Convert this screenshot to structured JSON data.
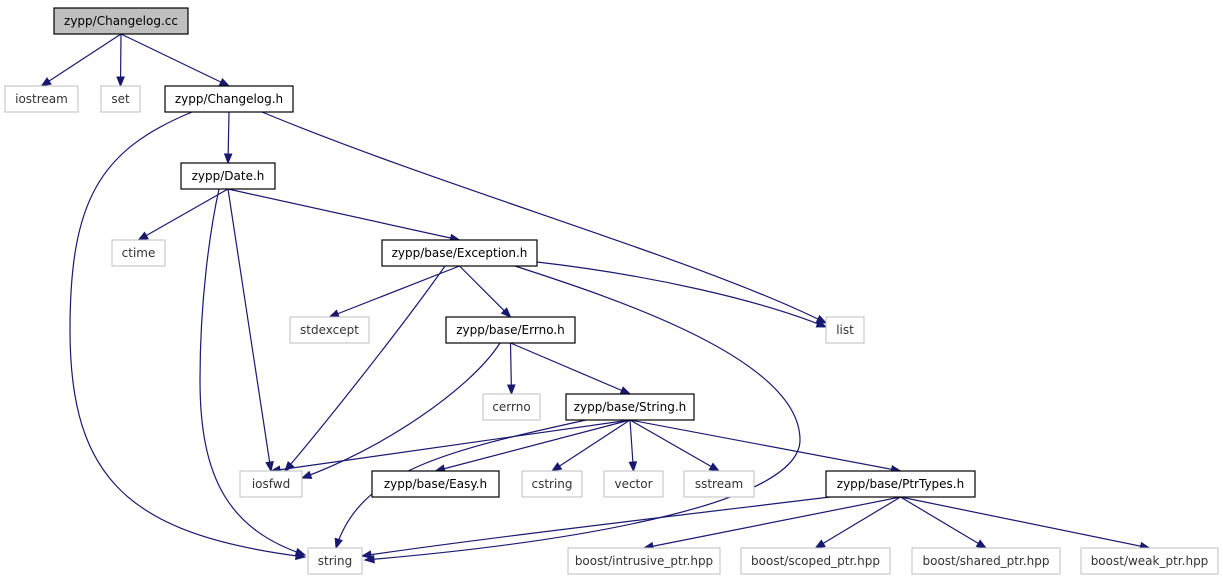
{
  "nodes": [
    {
      "id": "changelog_cc",
      "label": "zypp/Changelog.cc",
      "kind": "root"
    },
    {
      "id": "iostream",
      "label": "iostream",
      "kind": "ext"
    },
    {
      "id": "set",
      "label": "set",
      "kind": "ext"
    },
    {
      "id": "changelog_h",
      "label": "zypp/Changelog.h",
      "kind": "int"
    },
    {
      "id": "date_h",
      "label": "zypp/Date.h",
      "kind": "int"
    },
    {
      "id": "ctime",
      "label": "ctime",
      "kind": "ext"
    },
    {
      "id": "exception_h",
      "label": "zypp/base/Exception.h",
      "kind": "int"
    },
    {
      "id": "stdexcept",
      "label": "stdexcept",
      "kind": "ext"
    },
    {
      "id": "errno_h",
      "label": "zypp/base/Errno.h",
      "kind": "int"
    },
    {
      "id": "list",
      "label": "list",
      "kind": "ext"
    },
    {
      "id": "cerrno",
      "label": "cerrno",
      "kind": "ext"
    },
    {
      "id": "string_h",
      "label": "zypp/base/String.h",
      "kind": "int"
    },
    {
      "id": "iosfwd",
      "label": "iosfwd",
      "kind": "ext"
    },
    {
      "id": "easy_h",
      "label": "zypp/base/Easy.h",
      "kind": "int"
    },
    {
      "id": "cstring",
      "label": "cstring",
      "kind": "ext"
    },
    {
      "id": "vector",
      "label": "vector",
      "kind": "ext"
    },
    {
      "id": "sstream",
      "label": "sstream",
      "kind": "ext"
    },
    {
      "id": "ptrtypes_h",
      "label": "zypp/base/PtrTypes.h",
      "kind": "int"
    },
    {
      "id": "string",
      "label": "string",
      "kind": "ext"
    },
    {
      "id": "intrusive_ptr",
      "label": "boost/intrusive_ptr.hpp",
      "kind": "ext"
    },
    {
      "id": "scoped_ptr",
      "label": "boost/scoped_ptr.hpp",
      "kind": "ext"
    },
    {
      "id": "shared_ptr",
      "label": "boost/shared_ptr.hpp",
      "kind": "ext"
    },
    {
      "id": "weak_ptr",
      "label": "boost/weak_ptr.hpp",
      "kind": "ext"
    }
  ],
  "edges": [
    [
      "changelog_cc",
      "iostream"
    ],
    [
      "changelog_cc",
      "set"
    ],
    [
      "changelog_cc",
      "changelog_h"
    ],
    [
      "changelog_h",
      "date_h"
    ],
    [
      "changelog_h",
      "list"
    ],
    [
      "changelog_h",
      "string"
    ],
    [
      "date_h",
      "ctime"
    ],
    [
      "date_h",
      "exception_h"
    ],
    [
      "date_h",
      "iosfwd"
    ],
    [
      "date_h",
      "string"
    ],
    [
      "exception_h",
      "stdexcept"
    ],
    [
      "exception_h",
      "errno_h"
    ],
    [
      "exception_h",
      "list"
    ],
    [
      "exception_h",
      "iosfwd"
    ],
    [
      "exception_h",
      "string"
    ],
    [
      "errno_h",
      "cerrno"
    ],
    [
      "errno_h",
      "string_h"
    ],
    [
      "errno_h",
      "iosfwd"
    ],
    [
      "string_h",
      "iosfwd"
    ],
    [
      "string_h",
      "easy_h"
    ],
    [
      "string_h",
      "cstring"
    ],
    [
      "string_h",
      "vector"
    ],
    [
      "string_h",
      "sstream"
    ],
    [
      "string_h",
      "ptrtypes_h"
    ],
    [
      "string_h",
      "string"
    ],
    [
      "ptrtypes_h",
      "string"
    ],
    [
      "ptrtypes_h",
      "intrusive_ptr"
    ],
    [
      "ptrtypes_h",
      "scoped_ptr"
    ],
    [
      "ptrtypes_h",
      "shared_ptr"
    ],
    [
      "ptrtypes_h",
      "weak_ptr"
    ]
  ]
}
